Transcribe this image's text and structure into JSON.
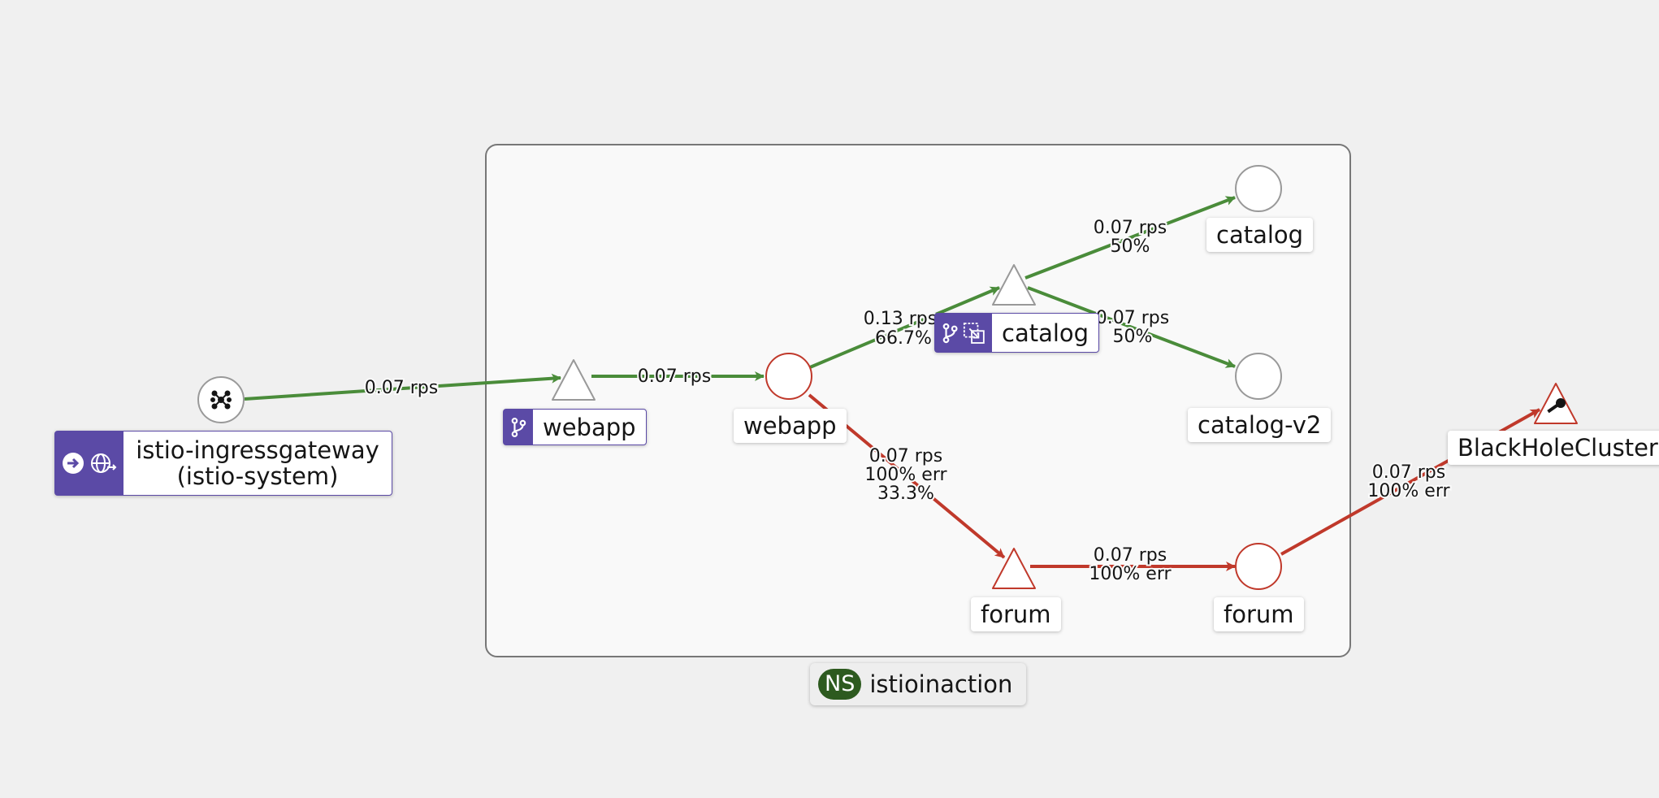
{
  "namespace": {
    "badge": "NS",
    "name": "istioinaction"
  },
  "nodes": {
    "ingress": {
      "line1": "istio-ingressgateway",
      "line2": "(istio-system)"
    },
    "webapp_service": {
      "label": "webapp"
    },
    "webapp_workload": {
      "label": "webapp"
    },
    "catalog_service": {
      "label": "catalog"
    },
    "catalog_workload": {
      "label": "catalog"
    },
    "catalog_v2_workload": {
      "label": "catalog-v2"
    },
    "forum_service": {
      "label": "forum"
    },
    "forum_workload": {
      "label": "forum"
    },
    "blackhole": {
      "label": "BlackHoleCluster"
    }
  },
  "edges": {
    "ingress_to_webapp": {
      "rps": "0.07 rps"
    },
    "webapp_svc_to_wl": {
      "rps": "0.07 rps"
    },
    "webapp_to_catalog": {
      "rps": "0.13 rps",
      "pct": "66.7%"
    },
    "catalog_to_v1": {
      "rps": "0.07 rps",
      "pct": "50%"
    },
    "catalog_to_v2": {
      "rps": "0.07 rps",
      "pct": "50%"
    },
    "webapp_to_forum": {
      "rps": "0.07 rps",
      "err": "100% err",
      "pct": "33.3%"
    },
    "forum_svc_to_wl": {
      "rps": "0.07 rps",
      "err": "100% err"
    },
    "forum_to_blackhole": {
      "rps": "0.07 rps",
      "err": "100% err"
    }
  },
  "colors": {
    "healthy_edge": "#4a8c3a",
    "error_edge": "#c0392b",
    "badge": "#5b4aa6",
    "namespace_badge": "#2d5a1f"
  }
}
